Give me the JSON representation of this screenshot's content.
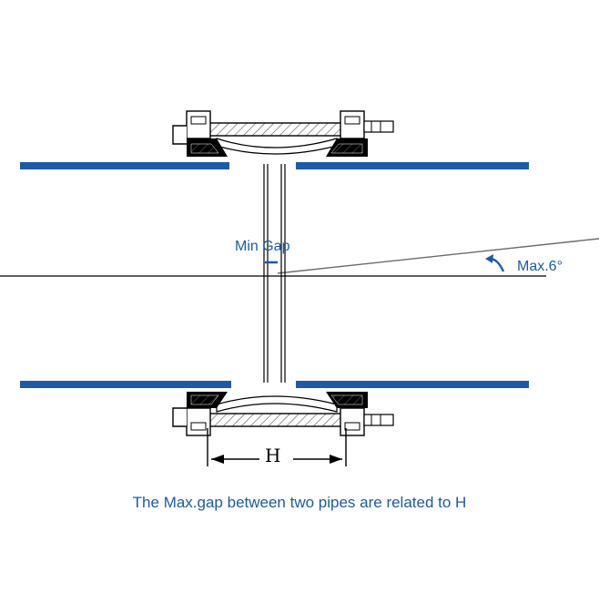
{
  "colors": {
    "pipe": "#1f5aa6",
    "label_blue": "#1f5aa6",
    "line": "#000000",
    "gray_line": "#6b6b6b",
    "hatch": "#444444"
  },
  "labels": {
    "min_gap": "Min Gap",
    "max_angle": "Max.6°",
    "dimension": "H",
    "caption": "The Max.gap between two pipes are related to H"
  },
  "icons": {
    "angle_arrow": "curved-arrow-icon"
  }
}
